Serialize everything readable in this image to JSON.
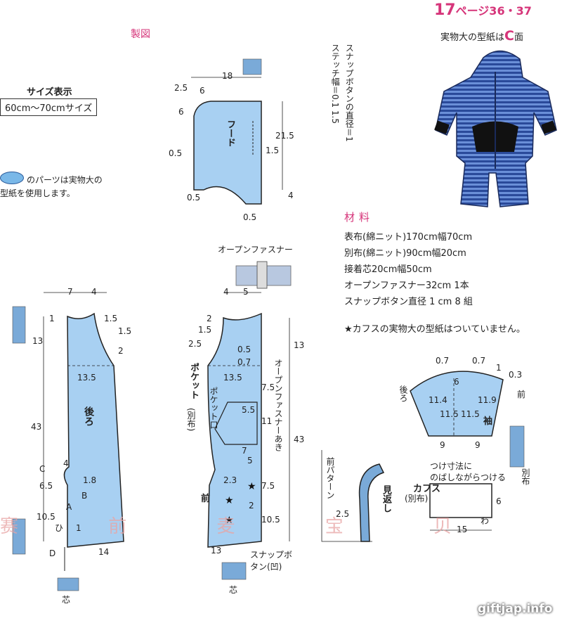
{
  "header": {
    "page_ref_prefix": "17",
    "page_ref_suffix": "ページ36・37",
    "pattern_note_prefix": "実物大の型紙は",
    "pattern_note_letter": "C",
    "pattern_note_suffix": "面",
    "section_label": "製図"
  },
  "size_box": {
    "title": "サイズ表示",
    "value": "60cm〜70cmサイズ"
  },
  "legend": {
    "line1": "のパーツは実物大の",
    "line2": "型紙を使用します。"
  },
  "hood_notes": {
    "snap_note": "スナップボタンの直径＝1",
    "stitch_note": "ステッチ幅＝0.1 1.5"
  },
  "materials": {
    "title": "材料",
    "items": [
      "表布(綿ニット)170cm幅70cm",
      "別布(綿ニット)90cm幅20cm",
      "接着芯20cm幅50cm",
      "オープンファスナー32cm 1本",
      "スナップボタン直径 1 cm 8 組"
    ],
    "cuffs_note": "★カフスの実物大の型紙はついていません。"
  },
  "pieces": {
    "hood": {
      "label": "フード",
      "dims": [
        "18",
        "2.5",
        "6",
        "6",
        "0.5",
        "0.5",
        "21.5",
        "1.5",
        "4",
        "0.5"
      ]
    },
    "fastener_label": "オープンファスナー",
    "back": {
      "label": "後ろ",
      "dims": [
        "7",
        "4",
        "1",
        "1.5",
        "1.5",
        "2",
        "13",
        "13.5",
        "43",
        "C",
        "4",
        "1.8",
        "6.5",
        "B",
        "A",
        "10.5",
        "ひ",
        "1",
        "D",
        "14",
        "芯"
      ]
    },
    "front": {
      "label": "前",
      "pocket_label": "ポケット",
      "pocket_fabric": "(別布)",
      "pocket_opening": "ポケット口",
      "fastener_opening": "オープンファスナーあき",
      "snap_label": "スナップボタン(凹)",
      "dims": [
        "4",
        "5",
        "2",
        "1.5",
        "2.5",
        "0.5",
        "0.7",
        "13.5",
        "7.5",
        "5.5",
        "11",
        "13",
        "43",
        "7",
        "5",
        "2.3",
        "7.5",
        "2",
        "10.5",
        "13",
        "芯"
      ]
    },
    "facing": {
      "label": "見返し",
      "note": "前パターン",
      "dims": [
        "2.5"
      ]
    },
    "sleeve": {
      "label": "袖",
      "front_mark": "前",
      "back_mark": "後ろ",
      "dims": [
        "0.7",
        "0.7",
        "1",
        "0.3",
        "6",
        "11.4",
        "11.9",
        "11.5",
        "11.5",
        "9",
        "9"
      ]
    },
    "cuffs": {
      "label": "カフス",
      "fabric": "(別布)",
      "note_line1": "つけ寸法に",
      "note_line2": "のばしながらつける",
      "dims": [
        "6",
        "15",
        "わ"
      ]
    },
    "separate_fabric_mark": "別布"
  },
  "watermark_text": "赛 前 麦 宝 贝",
  "site_label": "giftjap.info"
}
